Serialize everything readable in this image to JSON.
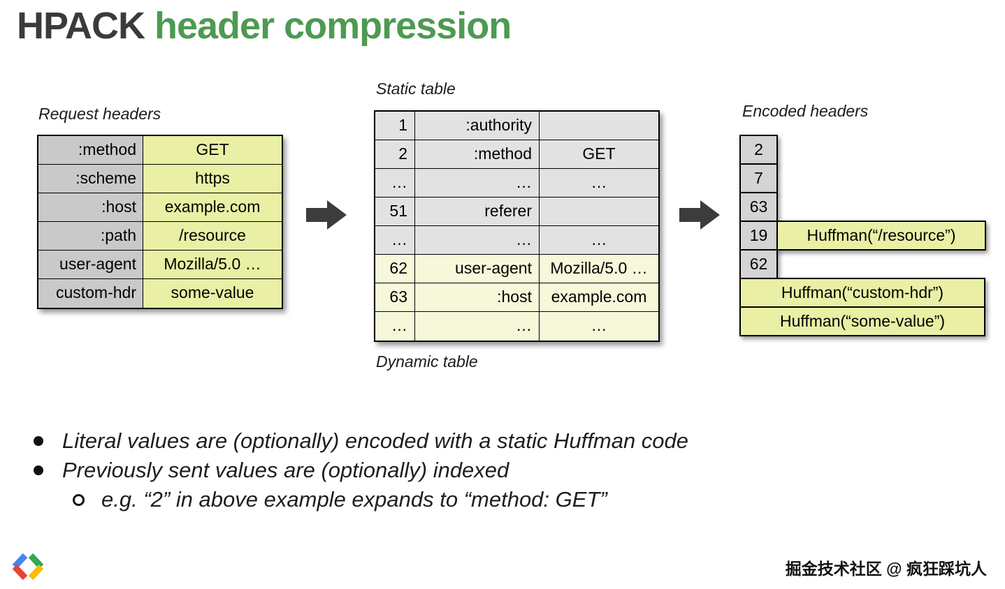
{
  "title": {
    "dark": "HPACK",
    "green": " header compression"
  },
  "labels": {
    "request": "Request headers",
    "static": "Static table",
    "dynamic": "Dynamic table",
    "encoded": "Encoded headers"
  },
  "request_table": {
    "rows": [
      {
        "name": ":method",
        "value": "GET"
      },
      {
        "name": ":scheme",
        "value": "https"
      },
      {
        "name": ":host",
        "value": "example.com"
      },
      {
        "name": ":path",
        "value": "/resource"
      },
      {
        "name": "user-agent",
        "value": "Mozilla/5.0 …"
      },
      {
        "name": "custom-hdr",
        "value": "some-value"
      }
    ]
  },
  "static_table": {
    "rows": [
      {
        "index": "1",
        "name": ":authority",
        "value": ""
      },
      {
        "index": "2",
        "name": ":method",
        "value": "GET"
      },
      {
        "index": "…",
        "name": "…",
        "value": "…"
      },
      {
        "index": "51",
        "name": "referer",
        "value": ""
      },
      {
        "index": "…",
        "name": "…",
        "value": "…"
      },
      {
        "index": "62",
        "name": "user-agent",
        "value": "Mozilla/5.0 …"
      },
      {
        "index": "63",
        "name": ":host",
        "value": "example.com"
      },
      {
        "index": "…",
        "name": "…",
        "value": "…"
      }
    ]
  },
  "encoded": {
    "indices": [
      "2",
      "7",
      "63",
      "19",
      "62"
    ],
    "huffman_resource": "Huffman(“/resource”)",
    "huffman_rows": [
      "Huffman(“custom-hdr”)",
      "Huffman(“some-value”)"
    ]
  },
  "bullets": {
    "b1": "Literal values are (optionally) encoded with a static Huffman code",
    "b2": "Previously sent values are (optionally) indexed",
    "sub": "e.g. “2” in above example expands to “method: GET”"
  },
  "colors": {
    "title_green": "#4d9a51",
    "gray_cell": "#c9c9c9",
    "yellow_cell": "#e9efa4",
    "static_gray": "#e2e2e2",
    "dynamic_yellow": "#f7f8da"
  },
  "watermark": "掘金技术社区 @ 疯狂踩坑人"
}
